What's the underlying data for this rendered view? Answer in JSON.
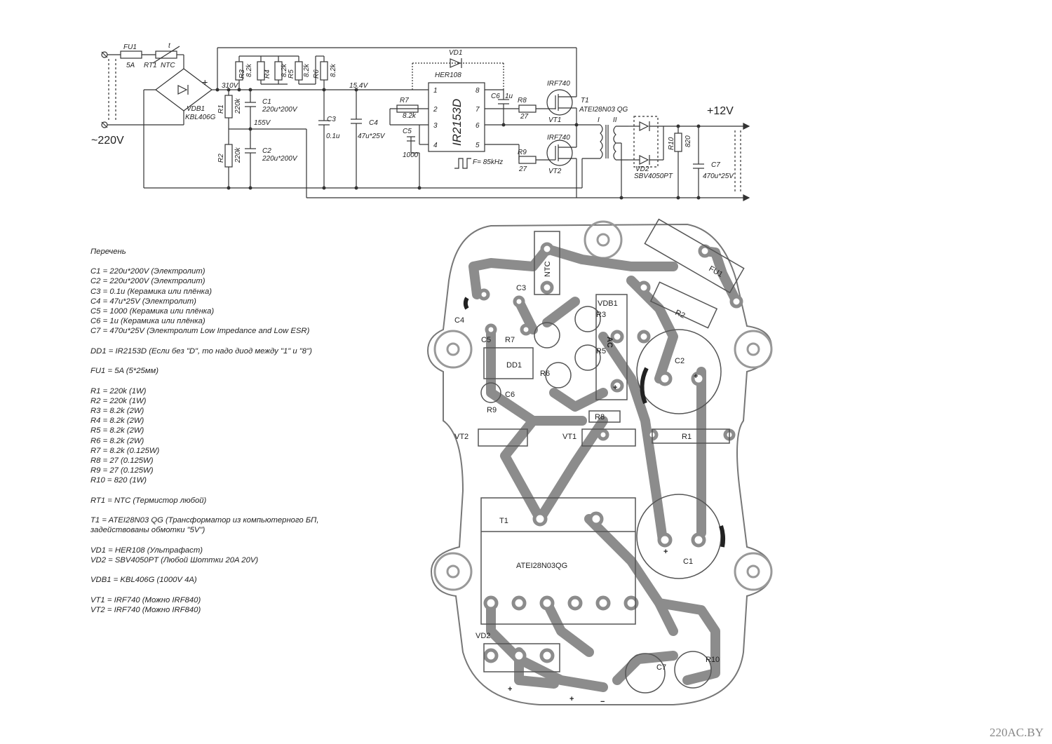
{
  "schematic": {
    "input_label": "~220V",
    "output_label": "+12V",
    "fu1_name": "FU1",
    "fu1_value": "5A",
    "rt1_name": "RT1",
    "rt1_value": "NTC",
    "rt1_t": "t",
    "vdb1_name": "VDB1",
    "vdb1_value": "KBL406G",
    "plus": "+",
    "v310": "310V",
    "v155": "155V",
    "v15": "15.4V",
    "r1": "R1",
    "r1v": "220k",
    "r2": "R2",
    "r2v": "220k",
    "r3": "R3",
    "r3v": "8.2k",
    "r4": "R4",
    "r4v": "8.2k",
    "r5": "R5",
    "r5v": "8.2k",
    "r6": "R6",
    "r6v": "8.2k",
    "r7": "R7",
    "r7v": "8.2k",
    "r8": "R8",
    "r8v": "27",
    "r9": "R9",
    "r9v": "27",
    "r10": "R10",
    "r10v": "820",
    "c1": "C1",
    "c1v": "220u*200V",
    "c2": "C2",
    "c2v": "220u*200V",
    "c3": "C3",
    "c3v": "0.1u",
    "c4": "C4",
    "c4v": "47u*25V",
    "c5": "C5",
    "c5v": "1000",
    "c6": "C6",
    "c6v": "1u",
    "c7": "C7",
    "c7v": "470u*25V",
    "vd1": "VD1",
    "vd1v": "HER108",
    "vd2": "VD2",
    "vd2v": "SBV4050PT",
    "ic": "IR2153D",
    "pins": [
      "1",
      "2",
      "3",
      "4",
      "8",
      "7",
      "6",
      "5"
    ],
    "vt1": "VT1",
    "vt2": "VT2",
    "irf1": "IRF740",
    "irf2": "IRF740",
    "t1": "T1",
    "t1v": "ATEI28N03 QG",
    "wI": "I",
    "wII": "II",
    "freq": "F= 85kHz"
  },
  "bom": {
    "title": "Перечень",
    "groups": [
      [
        "C1 = 220u*200V (Электролит)",
        "C2 = 220u*200V (Электролит)",
        "C3 = 0.1u (Керамика или плёнка)",
        "C4 = 47u*25V (Электролит)",
        "C5 = 1000 (Керамика или плёнка)",
        "C6 = 1u (Керамика или плёнка)",
        "C7 = 470u*25V (Электролит Low Impedance and Low ESR)"
      ],
      [
        "DD1 = IR2153D (Если без \"D\", то надо диод между \"1\" и \"8\")"
      ],
      [
        "FU1 = 5A (5*25мм)"
      ],
      [
        "R1 = 220k (1W)",
        "R2 = 220k (1W)",
        "R3 = 8.2k (2W)",
        "R4 = 8.2k (2W)",
        "R5 = 8.2k (2W)",
        "R6 = 8.2k (2W)",
        "R7 = 8.2k (0.125W)",
        "R8 = 27 (0.125W)",
        "R9 = 27 (0.125W)",
        "R10 = 820 (1W)"
      ],
      [
        "RT1 = NTC (Термистор любой)"
      ],
      [
        "T1 = ATEI28N03 QG (Трансформатор из компьютерного БП,",
        "          задействованы обмотки \"5V\")"
      ],
      [
        "VD1 = HER108 (Ультрафаст)",
        "VD2 = SBV4050PT (Любой Шоттки 20A 20V)"
      ],
      [
        "VDB1 = KBL406G (1000V 4A)"
      ],
      [
        "VT1 = IRF740 (Можно IRF840)",
        "VT2 = IRF740 (Можно IRF840)"
      ]
    ]
  },
  "pcb": {
    "ntc": "NTC",
    "fu1": "FU1",
    "r2": "R2",
    "r1": "R1",
    "r8": "R8",
    "r9": "R9",
    "r7": "R7",
    "r6": "R6",
    "r5": "R5",
    "r3": "R3",
    "c1": "C1",
    "c2": "C2",
    "c3": "C3",
    "c4": "C4",
    "c5": "C5",
    "c6": "C6",
    "c7": "C7",
    "r10": "R10",
    "dd1": "DD1",
    "vdb1": "VDB1",
    "ac": "AC",
    "vt1": "VT1",
    "vt2": "VT2",
    "t1": "T1",
    "t1v": "ATEI28N03QG",
    "vd2": "VD2",
    "plus": "+",
    "minus": "−"
  },
  "watermark": "220AC.BY"
}
